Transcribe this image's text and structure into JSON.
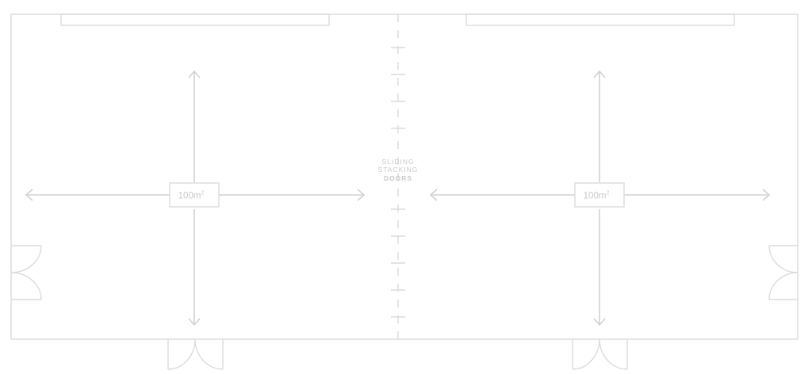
{
  "rooms": [
    {
      "area_label": "100m",
      "area_unit_sup": "2"
    },
    {
      "area_label": "100m",
      "area_unit_sup": "2"
    }
  ],
  "partition": {
    "line1": "SLIDING",
    "line2": "STACKING",
    "line3": "DOORS"
  },
  "colors": {
    "line": "#dcdcdc",
    "arrow": "#d2d2d2",
    "text": "#c9c9c9",
    "background": "#ffffff"
  }
}
